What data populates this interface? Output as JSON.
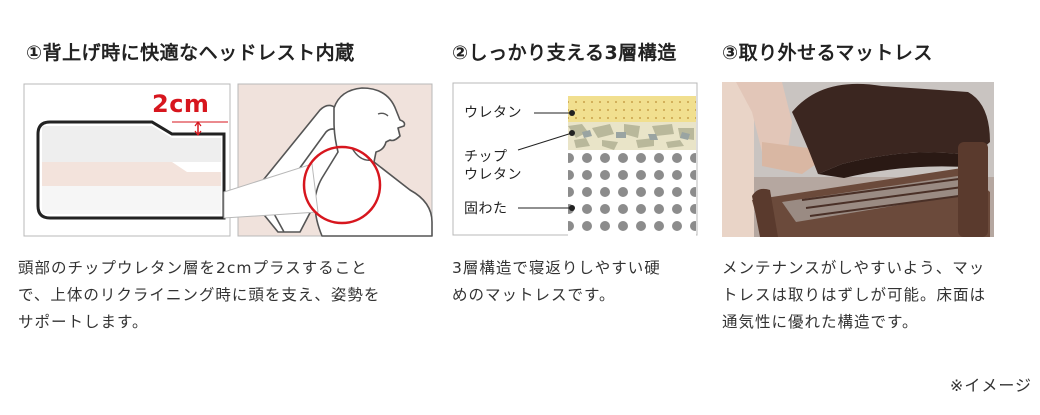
{
  "features": [
    {
      "title": "①背上げ時に快適なヘッドレスト内蔵",
      "callout": "2cm",
      "desc": [
        "頭部のチップウレタン層を2cmプラスすること",
        "で、上体のリクライニング時に頭を支え、姿勢を",
        "サポートします。"
      ]
    },
    {
      "title": "②しっかり支える3層構造",
      "layers": {
        "urethane": "ウレタン",
        "chip_1": "チップ",
        "chip_2": "ウレタン",
        "cotton": "固わた"
      },
      "desc": [
        "3層構造で寝返りしやすい硬",
        "めのマットレスです。"
      ]
    },
    {
      "title": "③取り外せるマットレス",
      "desc": [
        "メンテナンスがしやすいよう、マッ",
        "トレスは取りはずしが可能。床面は",
        "通気性に優れた構造です。"
      ]
    }
  ],
  "note": "※イメージ",
  "colors": {
    "accent": "#d7161e",
    "pink": "#f0e2dc",
    "foam_yellow": "#f1df8f",
    "gray_dot": "#8c8c8c",
    "brown": "#4a3027"
  }
}
